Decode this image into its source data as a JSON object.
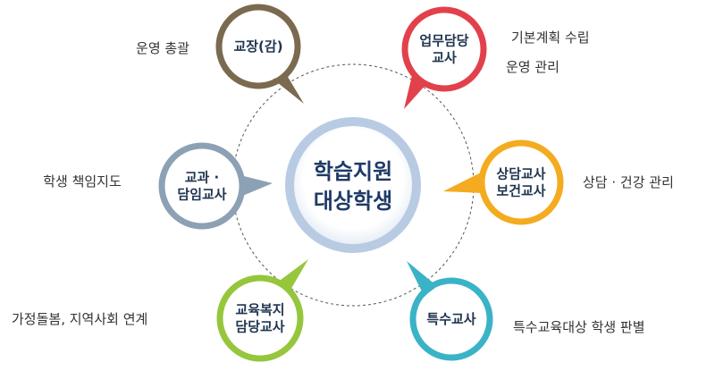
{
  "center": {
    "line1": "학습지원",
    "line2": "대상학생",
    "ring_color": "#b9cbe3"
  },
  "nodes": [
    {
      "key": "principal",
      "line1": "교장(감)",
      "line2": "",
      "color": "#7a6a4f",
      "desc1": "운영 총괄",
      "desc2": ""
    },
    {
      "key": "task-teacher",
      "line1": "업무담당",
      "line2": "교사",
      "color": "#e2414c",
      "desc1": "기본계획 수립",
      "desc2": "운영 관리"
    },
    {
      "key": "counseling-health",
      "line1": "상담교사",
      "line2": "보건교사",
      "color": "#f4ab1f",
      "desc1": "상담 · 건강 관리",
      "desc2": ""
    },
    {
      "key": "special-ed",
      "line1": "특수교사",
      "line2": "",
      "color": "#3ab3c6",
      "desc1": "특수교육대상 학생 판별",
      "desc2": ""
    },
    {
      "key": "welfare-teacher",
      "line1": "교육복지",
      "line2": "담당교사",
      "color": "#95c63c",
      "desc1": "가정돌봄, 지역사회 연계",
      "desc2": ""
    },
    {
      "key": "subject-homeroom",
      "line1": "교과 ·",
      "line2": "담임교사",
      "color": "#8da1b5",
      "desc1": "학생 책임지도",
      "desc2": ""
    }
  ]
}
